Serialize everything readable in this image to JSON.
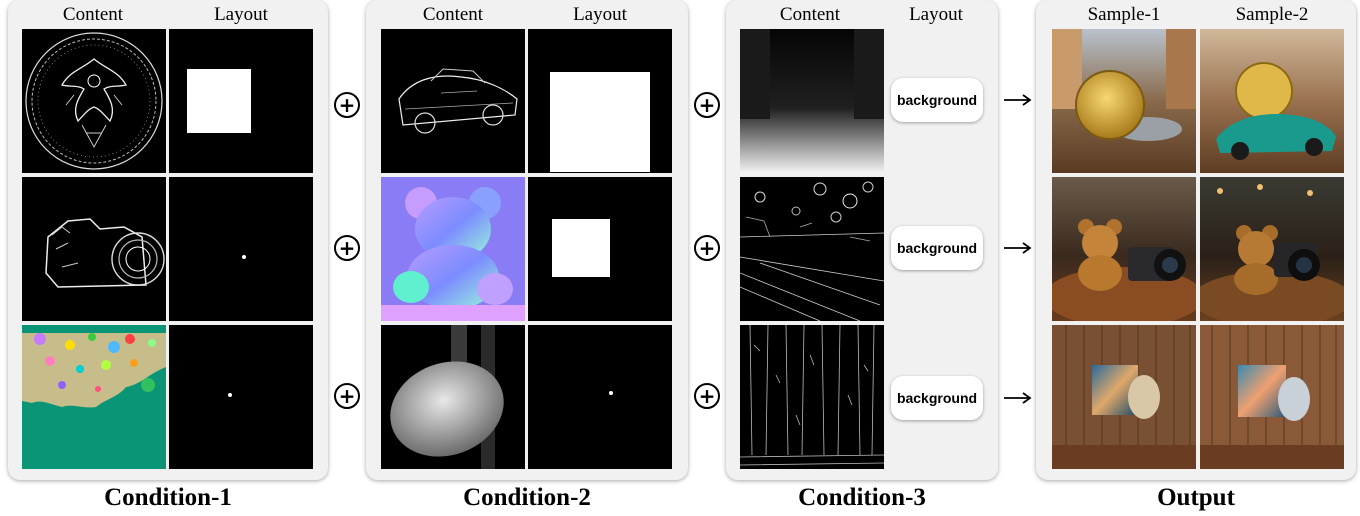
{
  "conditions": [
    {
      "name": "Condition-1",
      "content_header": "Content",
      "layout_header": "Layout",
      "rows": [
        {
          "content": "coin-edge-map",
          "layout": "box-layout"
        },
        {
          "content": "camera-edge-map",
          "layout": "point-layout"
        },
        {
          "content": "segmentation-map",
          "layout": "point-layout"
        }
      ]
    },
    {
      "name": "Condition-2",
      "content_header": "Content",
      "layout_header": "Layout",
      "rows": [
        {
          "content": "car-sketch",
          "layout": "box-layout"
        },
        {
          "content": "teddy-bear-normal-map",
          "layout": "box-layout"
        },
        {
          "content": "palette-depth-map",
          "layout": "point-layout"
        }
      ]
    },
    {
      "name": "Condition-3",
      "content_header": "Content",
      "layout_header": "Layout",
      "rows": [
        {
          "content": "street-depth-map",
          "layout_label": "background"
        },
        {
          "content": "table-edge-map",
          "layout_label": "background"
        },
        {
          "content": "wood-wall-edge-map",
          "layout_label": "background"
        }
      ]
    }
  ],
  "output": {
    "name": "Output",
    "headers": [
      "Sample-1",
      "Sample-2"
    ],
    "rows": [
      {
        "description": "gold coin and toy car on cobblestone street"
      },
      {
        "description": "teddy bear and camera on wooden table"
      },
      {
        "description": "painting and palette on wooden wall"
      }
    ]
  },
  "operators": {
    "plus_symbol": "+",
    "arrow_icon": "right-arrow-icon"
  }
}
